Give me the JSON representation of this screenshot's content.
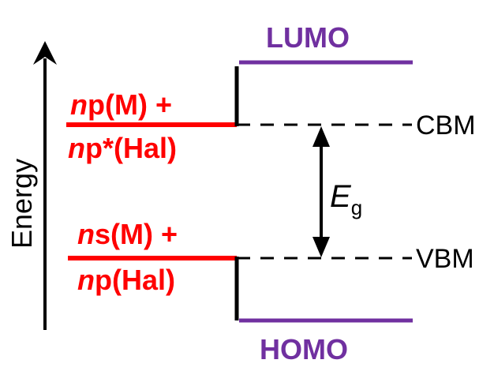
{
  "axis": {
    "label": "Energy"
  },
  "levels": {
    "lumo": "LUMO",
    "homo": "HOMO",
    "cbm": "CBM",
    "vbm": "VBM"
  },
  "upper_state": {
    "line1_italic": "n",
    "line1_rest": "p(M) +",
    "line2_italic": "n",
    "line2_rest": "p*(Hal)"
  },
  "lower_state": {
    "line1_italic": "n",
    "line1_rest": "s(M) +",
    "line2_italic": "n",
    "line2_rest": "p(Hal)"
  },
  "gap": {
    "symbol": "E",
    "subscript": "g"
  },
  "colors": {
    "metal_halide": "#ff0000",
    "orbitals": "#7030a0",
    "lines": "#000000"
  }
}
